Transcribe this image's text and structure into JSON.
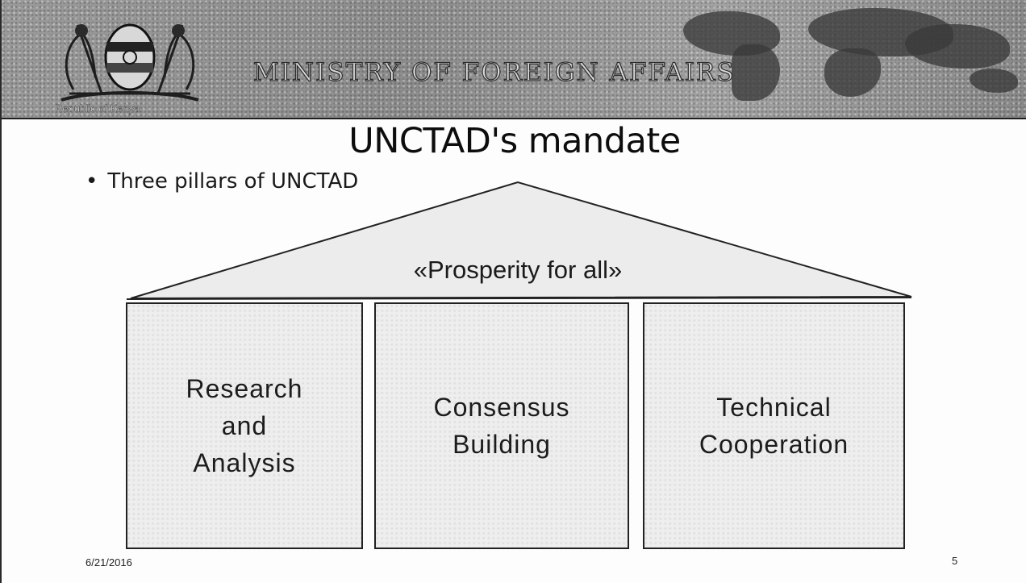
{
  "banner": {
    "ministry_title": "MINISTRY OF FOREIGN AFFAIRS",
    "republic_label": "Republic of Kenya",
    "crest_icon": "kenya-coat-of-arms-icon",
    "map_icon": "world-map-icon"
  },
  "slide": {
    "title": "UNCTAD's mandate",
    "bullet": "Three pillars of UNCTAD",
    "roof_label": "«Prosperity for all»",
    "pillars": [
      {
        "label": "Research\nand\nAnalysis"
      },
      {
        "label": "Consensus\nBuilding"
      },
      {
        "label": "Technical\nCooperation"
      }
    ]
  },
  "footer": {
    "date": "6/21/2016",
    "page_number": "5"
  }
}
